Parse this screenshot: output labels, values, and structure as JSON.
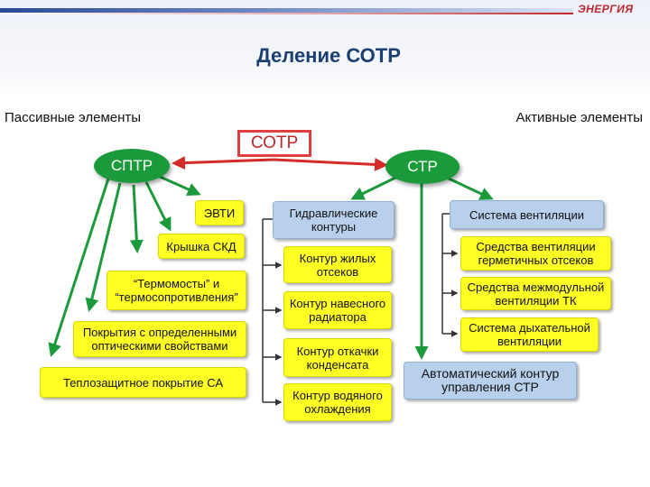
{
  "header": {
    "logo": "ЭНЕРГИЯ",
    "title": "Деление СОТР"
  },
  "left_label": "Пассивные элементы",
  "right_label": "Активные элементы",
  "root": "СОТР",
  "sptr": {
    "label": "СПТР",
    "items": [
      "ЭВТИ",
      "Крышка СКД",
      "“Термомосты” и “термосопротивления”",
      "Покрытия с определенными оптическими свойствами",
      "Теплозащитное покрытие СА"
    ]
  },
  "str": {
    "label": "СТР",
    "hydraulic": {
      "title": "Гидравлические контуры",
      "items": [
        "Контур жилых отсеков",
        "Контур навесного радиатора",
        "Контур откачки конденсата",
        "Контур водяного охлаждения"
      ]
    },
    "ventilation": {
      "title": "Система вентиляции",
      "items": [
        "Средства вентиляции герметичных отсеков",
        "Средства межмодульной вентиляции ТК",
        "Система дыхательной вентиляции"
      ]
    },
    "automatic": "Автоматический контур управления СТР"
  },
  "colors": {
    "green": "#1a9a3a",
    "yellow": "#ffff24",
    "blue": "#b8d0ec",
    "red": "#c0272d",
    "title": "#1b3f73"
  }
}
